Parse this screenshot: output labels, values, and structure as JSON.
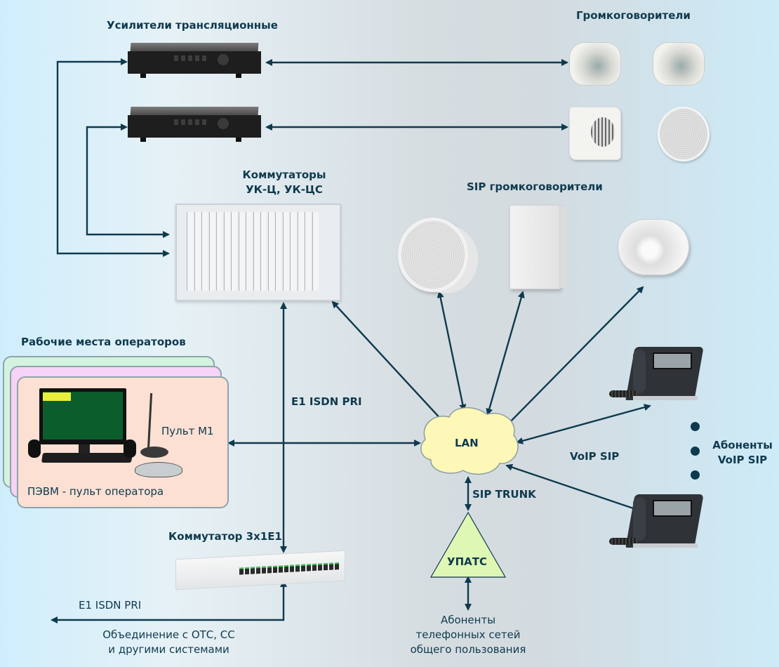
{
  "labels": {
    "amplifiers": "Усилители трансляционные",
    "loudspeakers": "Громкоговорители",
    "switches_line1": "Коммутаторы",
    "switches_line2": "УК-Ц, УК-ЦС",
    "sip_speakers": "SIP громкоговорители",
    "operator_workplaces": "Рабочие места операторов",
    "console_m1": "Пульт М1",
    "pc_console": "ПЭВМ - пульт оператора",
    "e1_isdn_pri_vertical": "E1 ISDN PRI",
    "lan": "LAN",
    "voip_sip": "VoIP SIP",
    "voip_subscribers_line1": "Абоненты",
    "voip_subscribers_line2": "VoIP SIP",
    "sip_trunk": "SIP TRUNK",
    "pbx": "УПАТС",
    "switch_3x1e1": "Коммутатор 3x1E1",
    "e1_isdn_pri_out": "E1 ISDN PRI",
    "integration_line1": "Объединение с ОТС, СС",
    "integration_line2": "и другими системами",
    "pstn_line1": "Абоненты",
    "pstn_line2": "телефонных сетей",
    "pstn_line3": "общего пользования"
  },
  "colors": {
    "line": "#0f3a4e",
    "cloud_fill": "#fdf7b8",
    "triangle_fill": "#dff7b4",
    "card_green": "#d3f3df",
    "card_pink": "#f6d3f7",
    "card_peach": "#fbe0d3"
  },
  "icons": {
    "amplifier": "amplifier-icon",
    "horn_speaker": "horn-speaker-icon",
    "wall_speaker": "wall-speaker-icon",
    "ceiling_speaker": "ceiling-speaker-icon",
    "rack_switch": "rack-switch-icon",
    "ip_phone": "ip-phone-icon",
    "lan_cloud": "cloud-icon",
    "pbx_triangle": "triangle-icon"
  }
}
